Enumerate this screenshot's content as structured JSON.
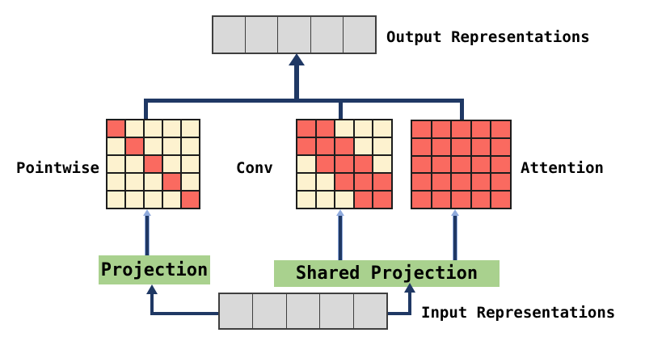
{
  "colors": {
    "matrix_red": "#FA6A60",
    "matrix_cream": "#FDF2CF",
    "token_gray": "#D9D9D9",
    "projection_green": "#A9D18E",
    "connector_navy": "#1F3864",
    "connector_light_blue": "#8FAADC"
  },
  "output_row": {
    "label": "Output Representations",
    "cells": 5
  },
  "input_row": {
    "label": "Input Representations",
    "cells": 5
  },
  "branches": [
    {
      "name": "pointwise",
      "label": "Pointwise",
      "pattern": [
        [
          1,
          0,
          0,
          0,
          0
        ],
        [
          0,
          1,
          0,
          0,
          0
        ],
        [
          0,
          0,
          1,
          0,
          0
        ],
        [
          0,
          0,
          0,
          1,
          0
        ],
        [
          0,
          0,
          0,
          0,
          1
        ]
      ]
    },
    {
      "name": "conv",
      "label": "Conv",
      "pattern": [
        [
          1,
          1,
          0,
          0,
          0
        ],
        [
          1,
          1,
          1,
          0,
          0
        ],
        [
          0,
          1,
          1,
          1,
          0
        ],
        [
          0,
          0,
          1,
          1,
          1
        ],
        [
          0,
          0,
          0,
          1,
          1
        ]
      ]
    },
    {
      "name": "attention",
      "label": "Attention",
      "pattern": [
        [
          1,
          1,
          1,
          1,
          1
        ],
        [
          1,
          1,
          1,
          1,
          1
        ],
        [
          1,
          1,
          1,
          1,
          1
        ],
        [
          1,
          1,
          1,
          1,
          1
        ],
        [
          1,
          1,
          1,
          1,
          1
        ]
      ]
    }
  ],
  "projection": {
    "label": "Projection"
  },
  "shared_projection": {
    "label": "Shared Projection"
  }
}
